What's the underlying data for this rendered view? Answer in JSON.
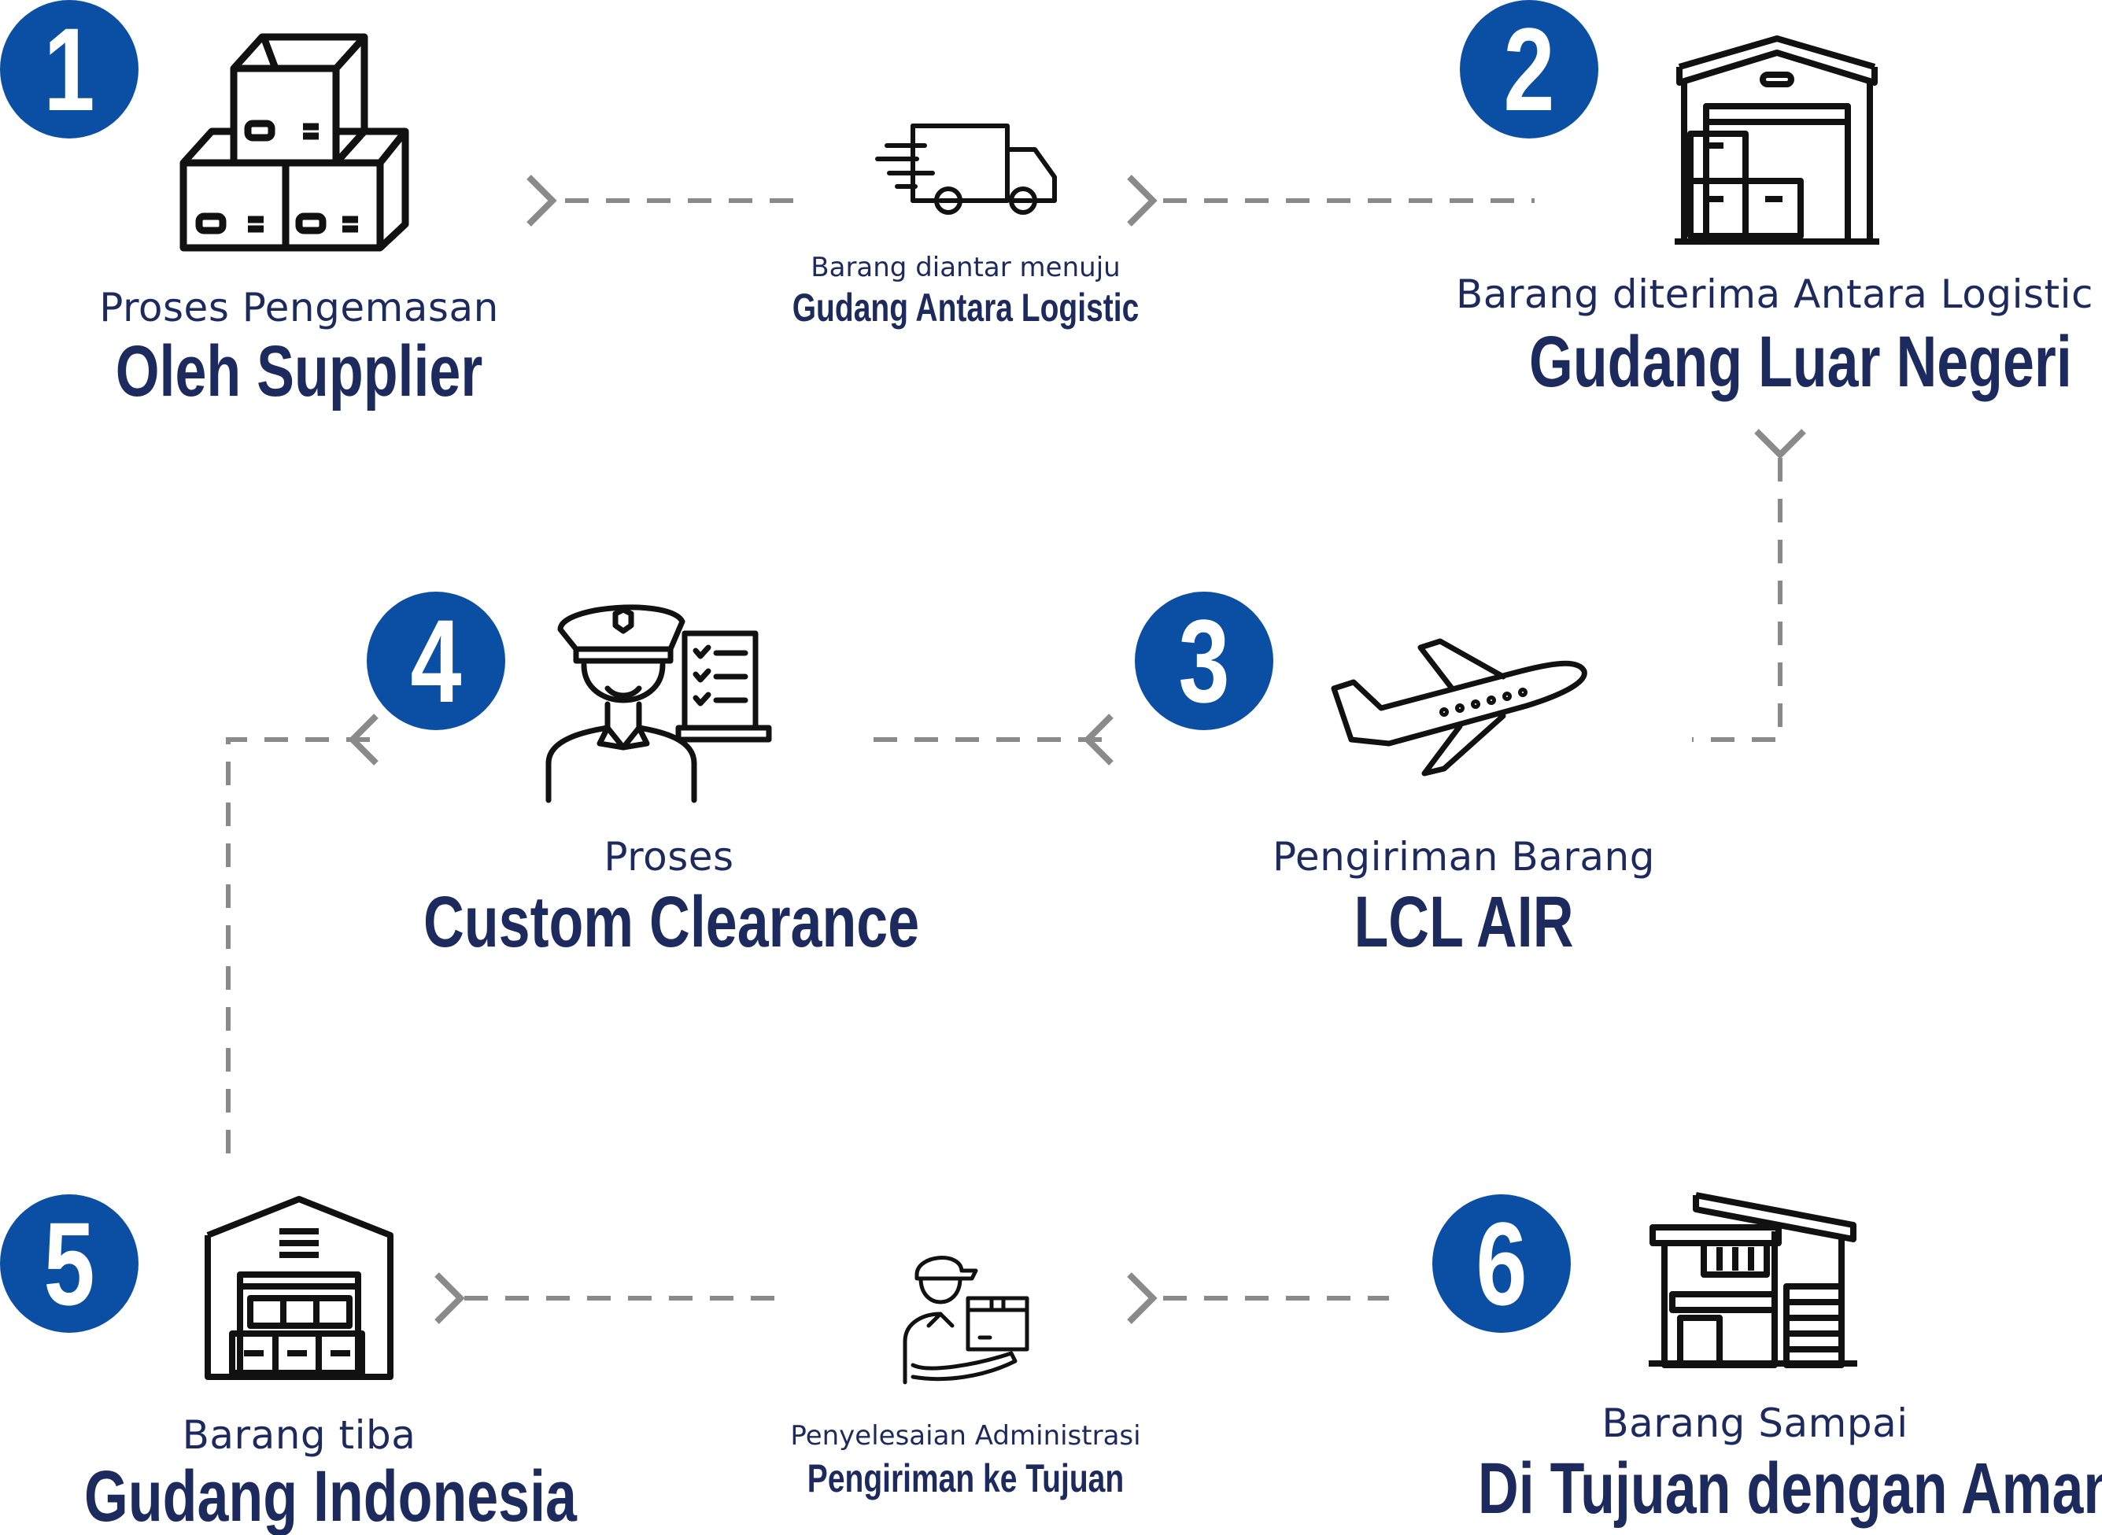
{
  "colors": {
    "accent": "#0a4fa3",
    "text": "#1d2a5e",
    "connector": "#8a8a8a",
    "icon_stroke": "#111111"
  },
  "steps": [
    {
      "number": "1",
      "line1": "Proses Pengemasan",
      "line2": "Oleh Supplier",
      "icon": "boxes-icon"
    },
    {
      "number": "2",
      "line1": "Barang diterima Antara Logistic",
      "line2": "Gudang Luar Negeri",
      "icon": "warehouse-icon"
    },
    {
      "number": "3",
      "line1": "Pengiriman Barang",
      "line2": "LCL AIR",
      "icon": "airplane-icon"
    },
    {
      "number": "4",
      "line1": "Proses",
      "line2": "Custom Clearance",
      "icon": "customs-officer-icon"
    },
    {
      "number": "5",
      "line1": "Barang tiba",
      "line2": "Gudang Indonesia",
      "icon": "warehouse-icon"
    },
    {
      "number": "6",
      "line1": "Barang Sampai",
      "line2": "Di Tujuan dengan Aman",
      "icon": "house-icon"
    }
  ],
  "transitions": [
    {
      "line1": "Barang diantar menuju",
      "line2": "Gudang Antara Logistic",
      "icon": "delivery-truck-icon"
    },
    {
      "line1": "Penyelesaian Administrasi",
      "line2": "Pengiriman ke Tujuan",
      "icon": "courier-icon"
    }
  ]
}
